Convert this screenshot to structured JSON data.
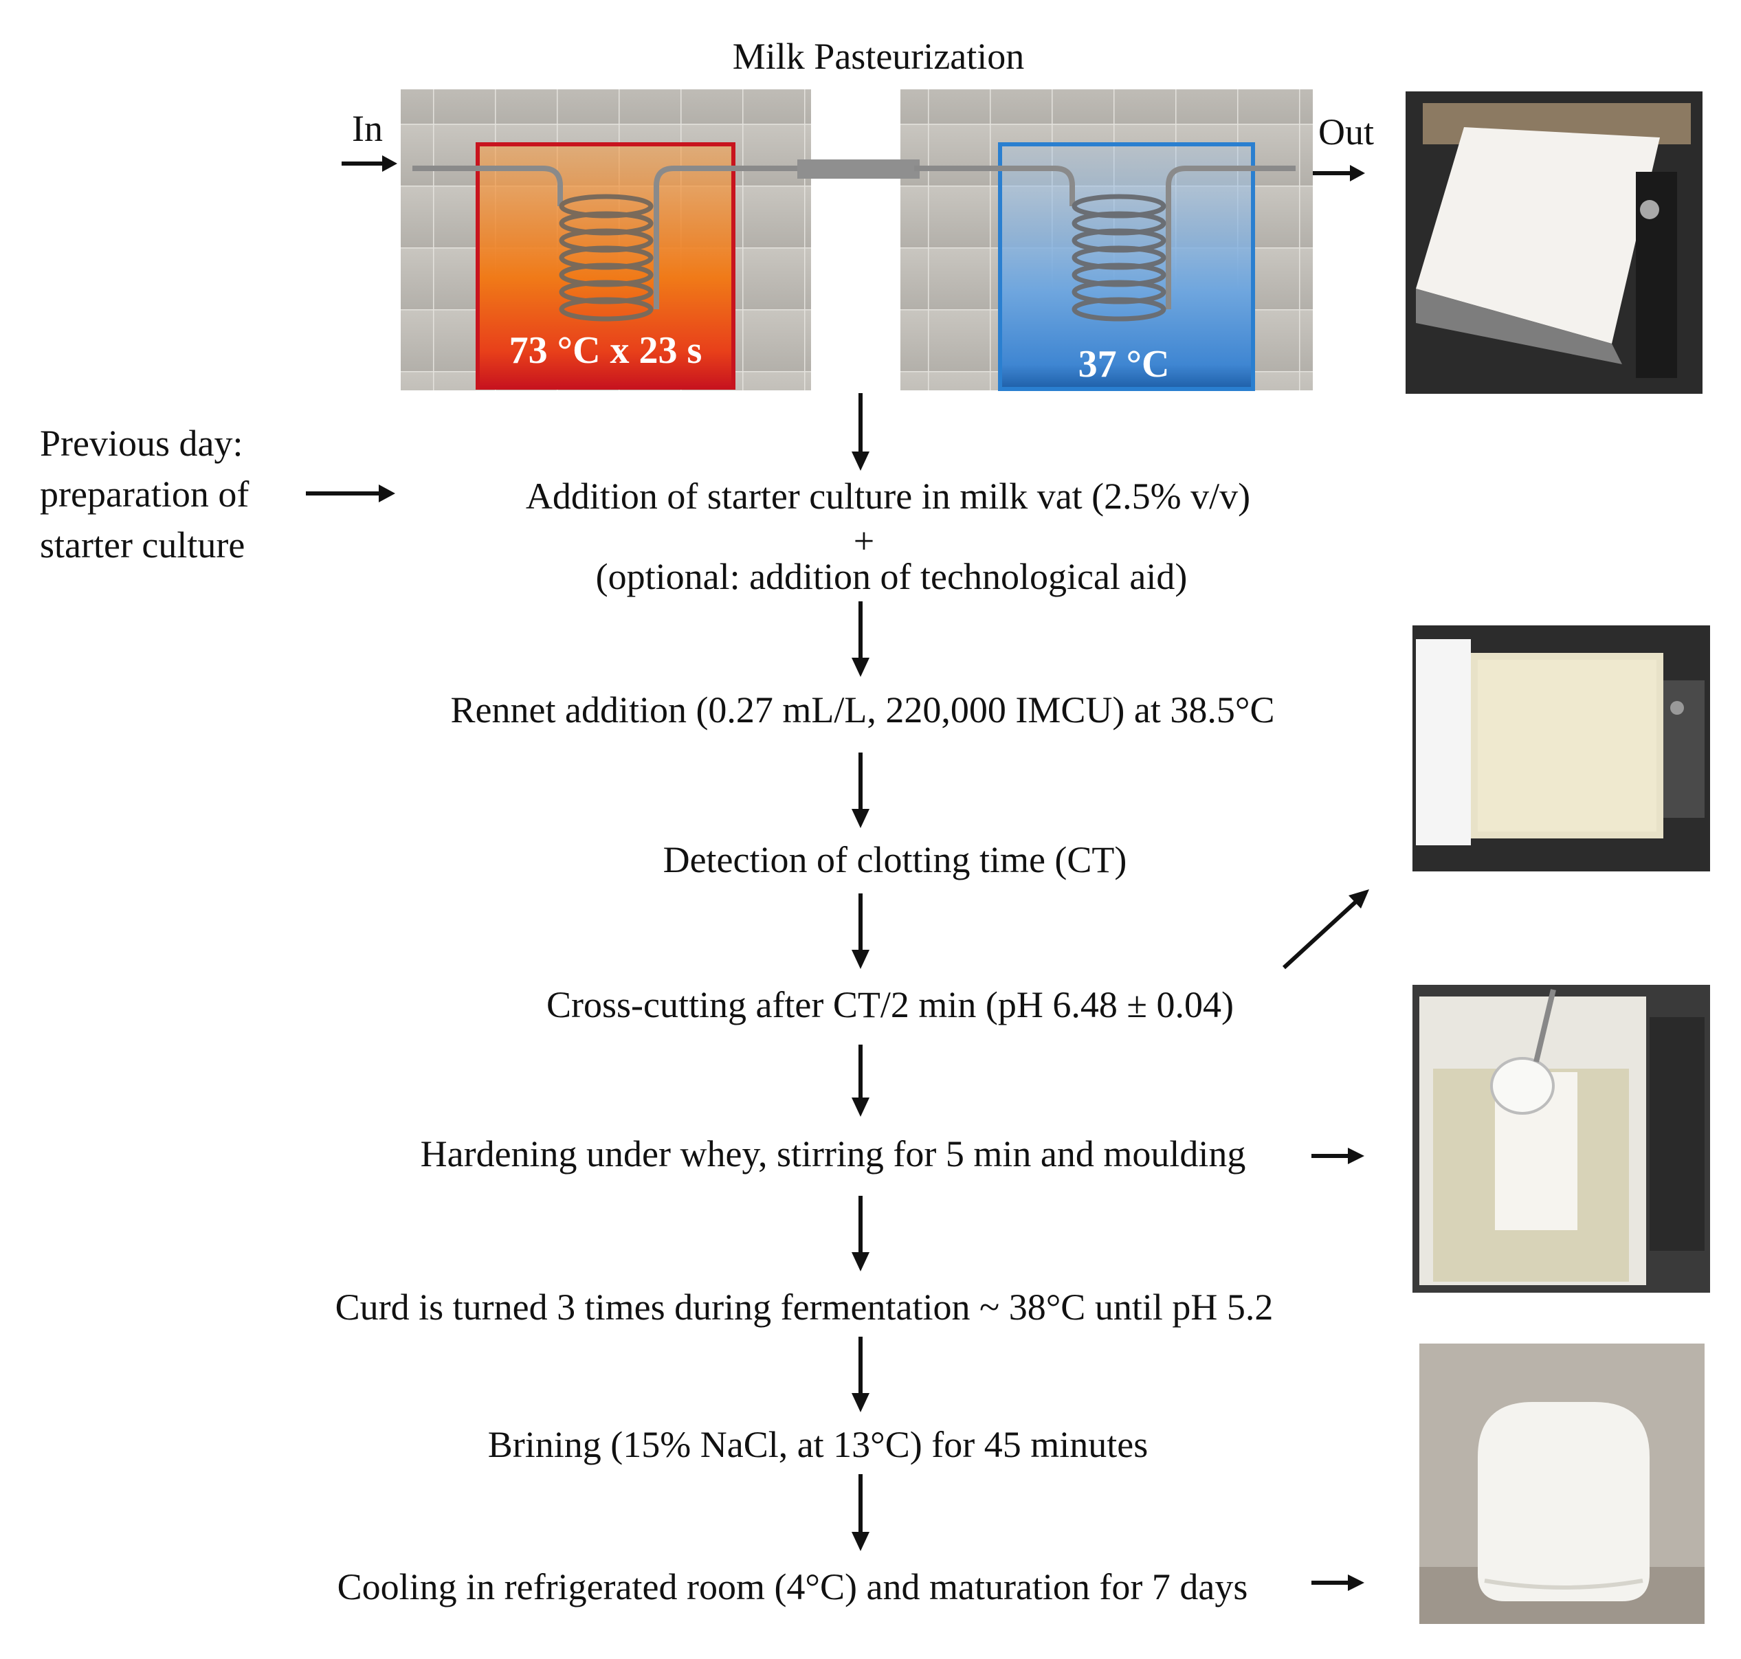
{
  "title": "Milk Pasteurization",
  "inlet_label": "In",
  "outlet_label": "Out",
  "heating_label": "73 °C x 23 s",
  "cooling_label": "37 °C",
  "side_note": [
    "Previous day:",
    "preparation of",
    "starter culture"
  ],
  "steps": [
    "Addition of starter culture in milk vat (2.5% v/v)",
    "+",
    "(optional: addition of technological aid)",
    "Rennet addition (0.27 mL/L, 220,000 IMCU) at 38.5°C",
    "Detection of clotting time (CT)",
    "Cross-cutting after CT/2 min (pH 6.48 ± 0.04)",
    "Hardening under whey, stirring for 5 min and moulding",
    "Curd is turned 3 times during fermentation ~ 38°C until pH 5.2",
    "Brining (15% NaCl, at 13°C) for 45 minutes",
    "Cooling in refrigerated room (4°C) and maturation for 7 days"
  ],
  "colors": {
    "heating_frame": "#c8141e",
    "heating_fill_top": "#f07a18",
    "cooling_frame": "#2a7fd0",
    "cooling_fill": "#5a9fe0",
    "arrow": "#111111"
  }
}
